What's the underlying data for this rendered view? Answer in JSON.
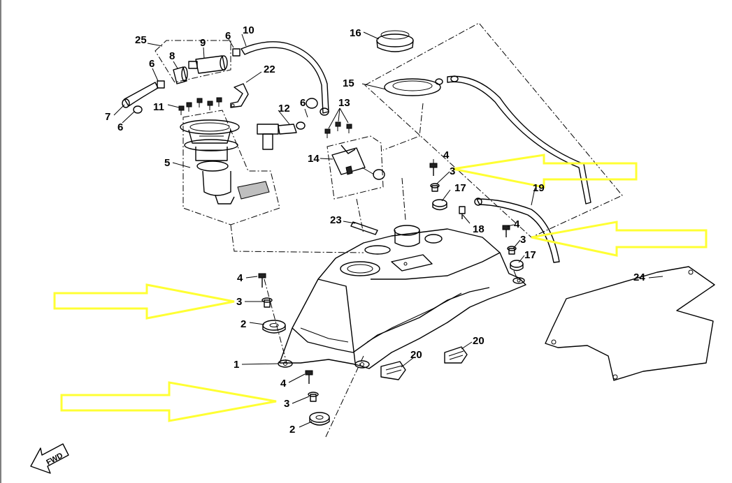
{
  "diagram": {
    "fwd_label": "FWD",
    "colors": {
      "line": "#000000",
      "highlight": "#ffff33",
      "background": "#ffffff"
    },
    "callouts": {
      "c1": "1",
      "c2a": "2",
      "c2b": "2",
      "c3a": "3",
      "c3b": "3",
      "c3c": "3",
      "c3d": "3",
      "c4a": "4",
      "c4b": "4",
      "c4c": "4",
      "c4d": "4",
      "c5": "5",
      "c6a": "6",
      "c6b": "6",
      "c6c": "6",
      "c6d": "6",
      "c7": "7",
      "c8": "8",
      "c9": "9",
      "c10": "10",
      "c11": "11",
      "c12": "12",
      "c13": "13",
      "c14": "14",
      "c15": "15",
      "c16": "16",
      "c17a": "17",
      "c17b": "17",
      "c18": "18",
      "c19": "19",
      "c20a": "20",
      "c20b": "20",
      "c22": "22",
      "c23": "23",
      "c24": "24",
      "c25": "25"
    }
  }
}
